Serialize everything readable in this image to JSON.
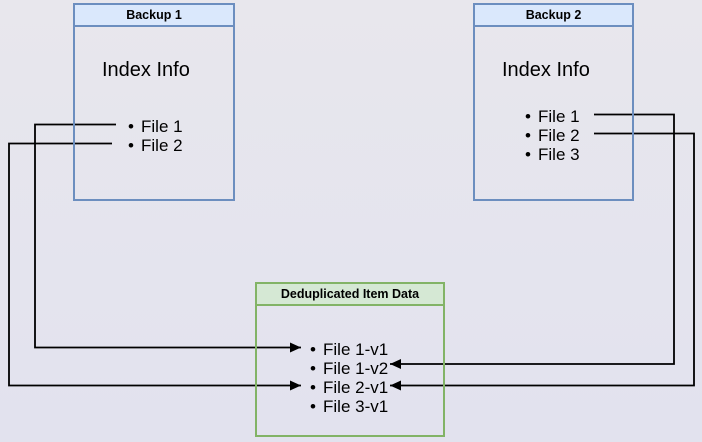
{
  "theme": {
    "bg_top": "#e8e7ed",
    "bg_bottom": "#e2e2ee",
    "blue_border": "#6c8ebf",
    "blue_fill": "#dae8fc",
    "green_border": "#82b366",
    "green_fill": "#d5e8d4",
    "arrow_color": "#000000"
  },
  "boxes": {
    "backup1": {
      "title": "Backup 1",
      "subtitle": "Index Info",
      "items": [
        "File 1",
        "File 2"
      ]
    },
    "backup2": {
      "title": "Backup 2",
      "subtitle": "Index Info",
      "items": [
        "File 1",
        "File 2",
        "File 3"
      ]
    },
    "dedup": {
      "title": "Deduplicated Item Data",
      "items": [
        "File 1-v1",
        "File 1-v2",
        "File 2-v1",
        "File 3-v1"
      ]
    }
  },
  "connections": [
    {
      "from": "Backup 1 / File 1",
      "to": "File 1-v1"
    },
    {
      "from": "Backup 1 / File 2",
      "to": "File 2-v1"
    },
    {
      "from": "Backup 2 / File 1",
      "to": "File 1-v2"
    },
    {
      "from": "Backup 2 / File 2",
      "to": "File 2-v1"
    }
  ]
}
